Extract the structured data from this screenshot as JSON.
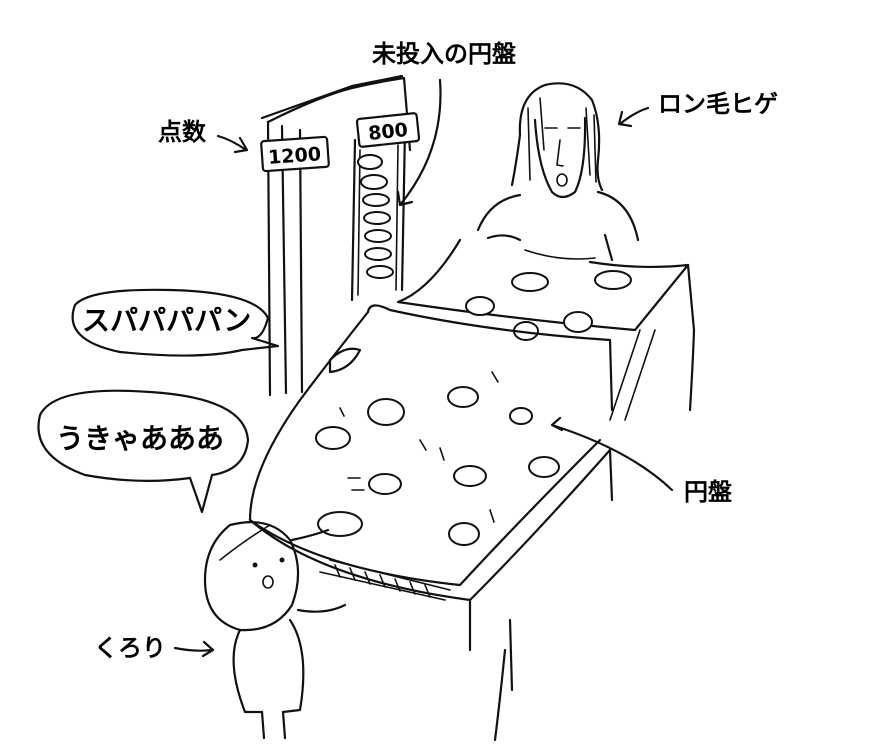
{
  "labels": {
    "unthrown_discs": "未投入の円盤",
    "score": "点数",
    "long_hair_beard": "ロン毛ヒゲ",
    "disc": "円盤",
    "kurori": "くろり"
  },
  "speech": {
    "sound_effect": "スパパパパン",
    "scream": "うきゃあああ"
  },
  "scoreboard": {
    "left_score": "1200",
    "right_score": "800"
  }
}
